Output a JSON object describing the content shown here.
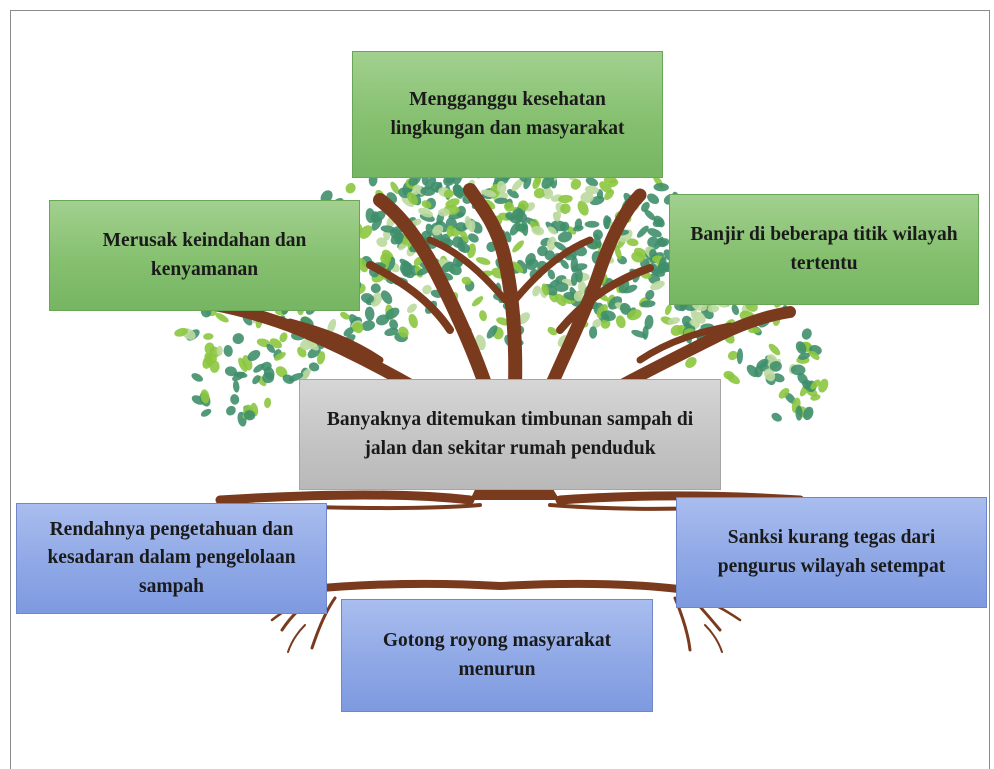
{
  "effects": {
    "top": "Mengganggu kesehatan lingkungan dan masyarakat",
    "left": "Merusak keindahan dan kenyamanan",
    "right": "Banjir di beberapa titik wilayah tertentu"
  },
  "core_problem": "Banyaknya ditemukan timbunan sampah di jalan dan sekitar rumah penduduk",
  "causes": {
    "left": "Rendahnya pengetahuan dan kesadaran dalam pengelolaan sampah",
    "right": "Sanksi kurang tegas dari pengurus wilayah setempat",
    "bottom": "Gotong royong masyarakat menurun"
  },
  "colors": {
    "effect_box": "#85c06f",
    "core_box": "#c3c3c3",
    "cause_box": "#8fa8e6",
    "trunk": "#7a3a1e",
    "leaf_dark": "#3f8f6b",
    "leaf_light": "#8cc63f"
  }
}
